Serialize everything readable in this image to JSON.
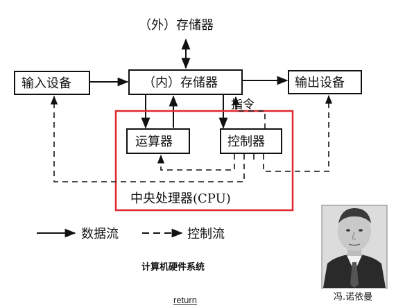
{
  "diagram": {
    "external_storage": "（外）存储器",
    "input_device": "输入设备",
    "internal_storage": "（内）存储器",
    "output_device": "输出设备",
    "instruction_label": "指令",
    "alu": "运算器",
    "controller": "控制器",
    "cpu_label": "中央处理器(CPU)",
    "cpu_border_color": "#e0282e"
  },
  "legend": {
    "data_flow": "数据流",
    "control_flow": "控制流"
  },
  "caption": "计算机硬件系统",
  "photo": {
    "name": "冯.诺依曼"
  },
  "link": {
    "return_label": "return"
  }
}
